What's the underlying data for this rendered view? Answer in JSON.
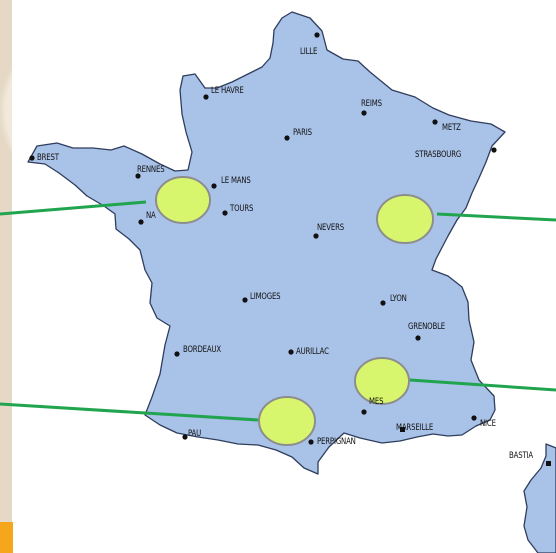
{
  "map": {
    "colors": {
      "background": "#e5d9c6",
      "panel": "#ffffff",
      "land": "#a9c2e8",
      "border": "#2f3d5d",
      "marker": "#111111",
      "highlight_fill": "#d8f66d",
      "highlight_stroke": "#8d8d8d",
      "connector": "#20a54e",
      "accent_tab": "#f5a61a"
    },
    "cities": {
      "lille": "LILLE",
      "le_havre": "LE HAVRE",
      "reims": "REIMS",
      "metz": "METZ",
      "paris": "PARIS",
      "brest": "BREST",
      "strasbourg": "STRASBOURG",
      "rennes": "RENNES",
      "le_mans": "LE MANS",
      "nantes_partial": "NA",
      "tours": "TOURS",
      "nevers": "NEVERS",
      "limoges": "LIMOGES",
      "lyon": "LYON",
      "grenoble": "GRENOBLE",
      "bordeaux": "BORDEAUX",
      "aurillac": "AURILLAC",
      "nimes_partial": "MES",
      "pau": "PAU",
      "marseille": "MARSEILLE",
      "nice": "NICE",
      "bastia": "BASTIA",
      "perpignan": "PERPIGNAN"
    }
  }
}
